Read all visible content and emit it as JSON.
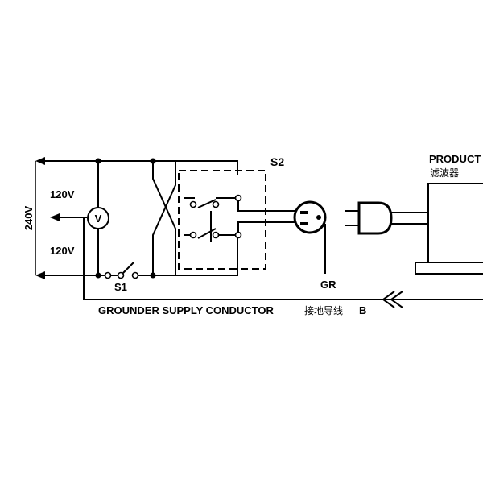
{
  "labels": {
    "s2": "S2",
    "s1": "S1",
    "v240": "240V",
    "v120_top": "120V",
    "v120_bottom": "120V",
    "voltmeter": "V",
    "gr": "GR",
    "product": "PRODUCT",
    "filter_cn": "滤波器",
    "grounder": "GROUNDER SUPPLY CONDUCTOR",
    "grounder_cn": "接地导线",
    "node_b": "B"
  }
}
